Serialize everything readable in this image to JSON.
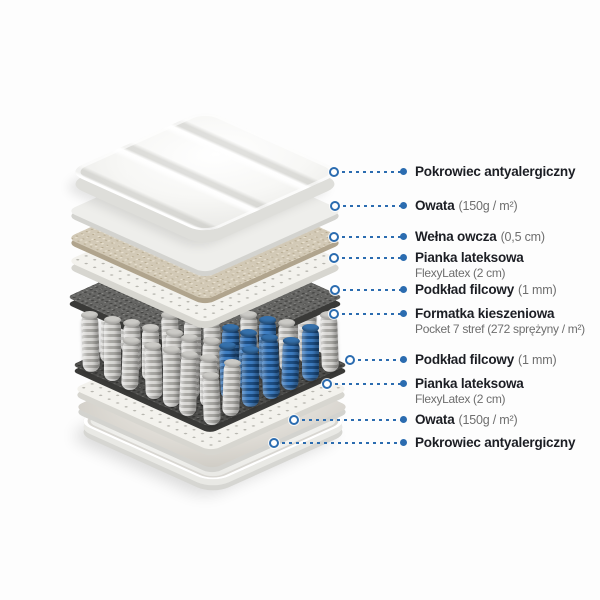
{
  "accent_color": "#2b6cb0",
  "text_color": "#1c1e24",
  "muted_color": "#6e6e6e",
  "diagram": {
    "type": "mattress-exploded-layers",
    "labels": [
      {
        "bold": "Pokrowiec antyalergiczny"
      },
      {
        "bold": "Owata",
        "rest": "(150g / m²)"
      },
      {
        "bold": "Wełna owcza",
        "rest": "(0,5 cm)"
      },
      {
        "bold": "Pianka lateksowa",
        "sub": "FlexyLatex (2 cm)"
      },
      {
        "bold": "Podkład filcowy",
        "rest": "(1 mm)"
      },
      {
        "bold": "Formatka kieszeniowa",
        "sub": "Pocket 7 stref (272 sprężyny / m²)"
      },
      {
        "bold": "Podkład filcowy",
        "rest": "(1 mm)"
      },
      {
        "bold": "Pianka lateksowa",
        "sub": "FlexyLatex (2 cm)"
      },
      {
        "bold": "Owata",
        "rest": "(150g / m²)"
      },
      {
        "bold": "Pokrowiec antyalergiczny"
      }
    ]
  }
}
